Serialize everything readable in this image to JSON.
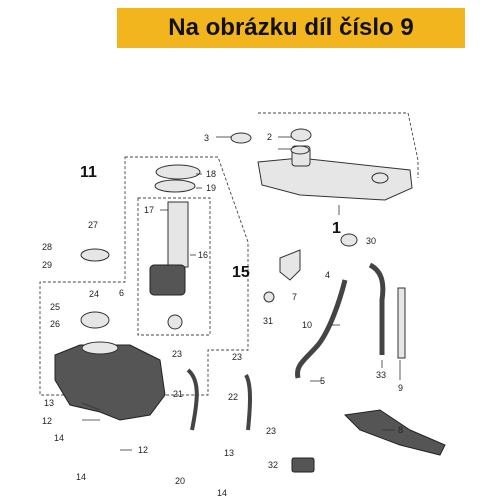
{
  "banner": {
    "text": "Na obrázku díl číslo 9",
    "color": "#f3b51d"
  },
  "callouts": {
    "n1": "1",
    "n2": "2",
    "n3": "3",
    "n4": "4",
    "n5": "5",
    "n6": "6",
    "n7": "7",
    "n8": "8",
    "n9": "9",
    "n10": "10",
    "n11": "11",
    "n12a": "12",
    "n12b": "12",
    "n13a": "13",
    "n13b": "13",
    "n14a": "14",
    "n14b": "14",
    "n14c": "14",
    "n15": "15",
    "n16": "16",
    "n17": "17",
    "n18": "18",
    "n19": "19",
    "n20": "20",
    "n21": "21",
    "n22": "22",
    "n23a": "23",
    "n23b": "23",
    "n23c": "23",
    "n24": "24",
    "n25": "25",
    "n26": "26",
    "n27": "27",
    "n28": "28",
    "n29": "29",
    "n30": "30",
    "n31": "31",
    "n32": "32",
    "n33": "33"
  }
}
